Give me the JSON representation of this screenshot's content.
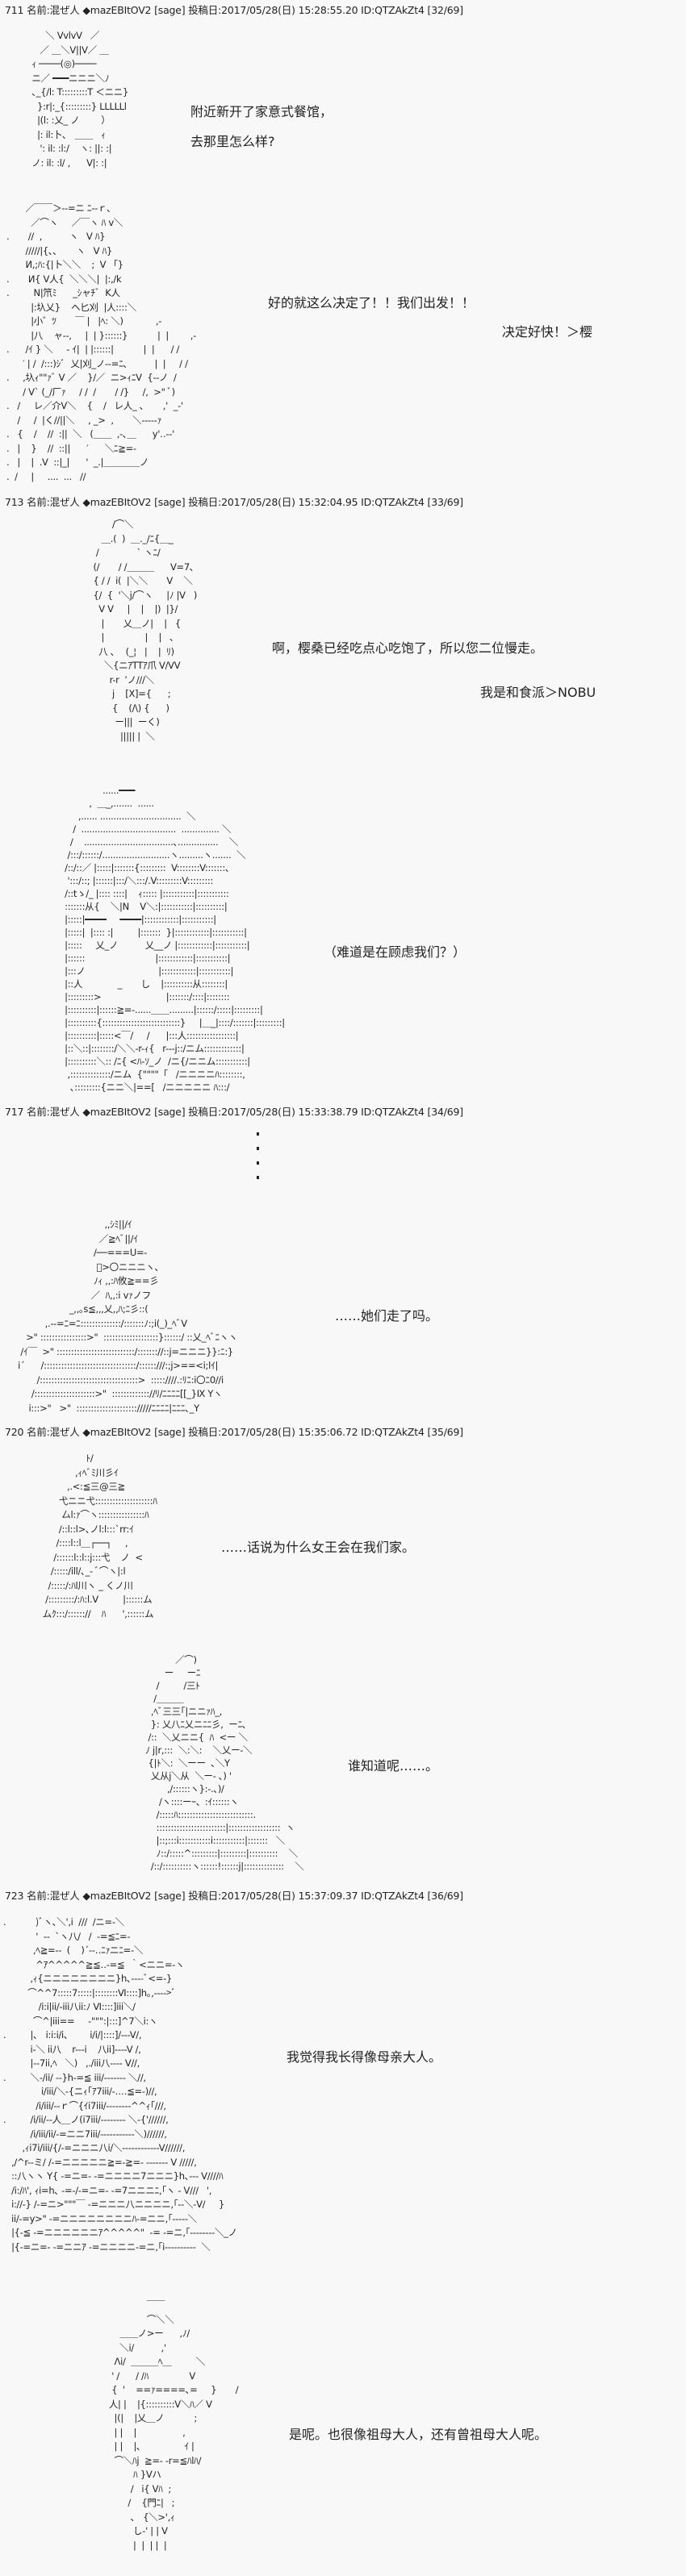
{
  "posts": [
    {
      "header": "711 名前:混ぜ人 ◆mazEBItOV2 [sage] 投稿日:2017/05/28(日) 15:28:55.20 ID:QTZAkZt4 [32/69]"
    },
    {
      "header": "713 名前:混ぜ人 ◆mazEBItOV2 [sage] 投稿日:2017/05/28(日) 15:32:04.95 ID:QTZAkZt4 [33/69]"
    },
    {
      "header": "717 名前:混ぜ人 ◆mazEBItOV2 [sage] 投稿日:2017/05/28(日) 15:33:38.79 ID:QTZAkZt4 [34/69]"
    },
    {
      "header": "720 名前:混ぜ人 ◆mazEBItOV2 [sage] 投稿日:2017/05/28(日) 15:35:06.72 ID:QTZAkZt4 [35/69]"
    },
    {
      "header": "723 名前:混ぜ人 ◆mazEBItOV2 [sage] 投稿日:2017/05/28(日) 15:37:09.37 ID:QTZAkZt4 [36/69]"
    }
  ],
  "dialogue": {
    "d1a": "附近新开了家意式餐馆，",
    "d1b": "去那里怎么样?",
    "d2a": "好的就这么决定了！！我们出发！！",
    "d2b": "决定好快！＞樱",
    "d3a": "啊，樱桑已经吃点心吃饱了，所以您二位慢走。",
    "d3b": "我是和食派＞NOBU",
    "d4": "（难道是在顾虑我们？）",
    "d5": "……她们走了吗。",
    "d6": "……话说为什么女王会在我们家。",
    "d7": "谁知道呢……。",
    "d8": "我觉得我长得像母亲大人。",
    "d9": "是呢。也很像祖母大人，还有曾祖母大人呢。"
  },
  "art": {
    "a1": [
      "      ＼ VvlvV   ／",
      "    ／ ＿＼V||V／ ＿",
      " ｨ ────(◎)────",
      " ニ／ ━━━ニニニ＼ﾉ",
      " ､_{/l: T:::::::::T ＜ニニ}",
      "   }:r|:_{:::::::::} LLLLLl",
      "   |(l: :乂_ ノ        ）",
      "   |: il:卜､   ＿＿   ｨ",
      "    ': il: :l:/    ヽ: ||: :|",
      " ノ: il: :l/ ,      V|: :|"
    ],
    "a2": [
      "       ／￣￣＞--=ニ ﾆ--ｒ､",
      "         ／⌒ヽ     ／￣ヽ ﾊ v＼",
      ".       //  ,          ヽ   V ﾊ}",
      "       /////|{､､       ヽ   V ﾊ}",
      "       И,;ﾊ:{|卜＼＼    ;  V 「}",
      ".       И{ V人{  ＼＼＼|  |:,/k",
      ".         N|笊ﾐ      _ｼャﾁﾞ  K人",
      "         |:圦乂}    ヘ匕刈  |人::::＼",
      "         |小゛ﾂ       ￣ |   |ﾍ: ＼)            ,-",
      "         |八    ャ--,     |  | }::::::}           |  |        ,-",
      ".      /ｲ } ＼     - ｲ|  | |::::::|           |  |      / /",
      "      ′ | /  /:::)ｼﾞ  乂|刈_ノ--=ﾆ､          |  |     / /",
      ".     ,圦ｨ\"\"ｧﾞ V ／    }/／  ニ>ｨﾆV  {--ノ  /",
      "      / V` (_/厂ｧ     / /  /       / /}     /,  >\" ﾞ)",
      ".   /     レ／介V＼    {    /   レ人_ ､       ,'  _-'",
      "    /     /  |く//||＼     , _>  ,       ＼-----ｧ",
      ".   {    /    //  :||  ＼   (＿＿  ,-､＿      y'‥-‐'",
      ".   |    }    //  ::||      ′      ＼ﾆ≧=-",
      ".   |    |  .V  ::|_|      '  _.|＿＿＿＿ノ",
      ".  /     |     ....  ...   //"
    ],
    "a3": [
      "              /⌒＼",
      "          ＿.(  )  ＿._/ﾆ{＿_",
      "        /              ` ヽﾆ/",
      "       (/       / /＿＿＿      V=7､",
      "       { / /  i(  |＼＼       V    ＼",
      "       {/  {  '＼j/⌒ヽ     |ﾉ |V   )",
      "         V V     |    |    |)  |}/",
      "          |       乂＿ノ|    |   {",
      "          |               |    |   ､",
      "         八 ､    (_¦   |    |  ﾘ)",
      "           ＼{ニｱTTｱ爪 V/VV",
      "             r-r  ’ノ///＼",
      "              j    [X]={      ;",
      "              {    (/\\) {      )",
      "               ー|||  ーく)",
      "                 ||||| |  ＼"
    ],
    "a4": [
      "                    ......━━━",
      "               ,  ＿_,.......  ......",
      "           ,...... ..............................  ＼",
      "         /  ...................................  .............. ＼",
      "        /    .................................､...............    ＼",
      "       /:::/::::::/.........................ヽ.........ヽ.......  ＼",
      "      /::/::／ |:::::|:::::::{:::::::::  V::::::::V:::::::､",
      "       ':::/::; |::::::|:::/＼:::/.V:::::::::V:::::::::",
      "      /::tゝ/_ |:::: ::::|    ｨ::::: |:::::::::::|:::::::::::",
      "      :::::::从{    ＼|N    V＼:|:::::::::::|::::::::::|",
      "      |:::::|━━━━     ━━━━|::::::::::::|:::::::::::|",
      "      |:::::|  |:::: :|         |:::::::  }|::::::::::::|:::::::::::|",
      "      |:::::     乂_ノ          乂__ノ |::::::::::::|:::::::::::|",
      "      |::::::                          |::::::::::::|:::::::::::|",
      "      |:::ノ                           |::::::::::::|:::::::::::|",
      "      |::人             _       し    |::::::::::从::::::::|",
      "      |:::::::::>                        |:::::::/::::|::::::::",
      "      |::::::::::|::::::≧=-......＿＿.........|::::::/:::::|:::::::::|",
      "      |::::::::::{:::::::::::::::::::::::::::}     |＿_|::::/:::::::|:::::::::|",
      "      |::::::::::|:::::<￣/     /      |:::人:::::::::::::::::|",
      "      |::＼::|::::::::/＼＼-r-ｨ{   r---j::/ニム:::::::::::::|",
      "      |::::::::::＼:: /ﾆ{ <ﾊ-ｿ_ノ  /ニ{/ニニム:::::::::::|",
      "       ,::::::::::::::/ニム  {\"\"\"\"「   /ニニニニﾊ::::::::,",
      "        ､:::::::::{ニニ＼|==[   /ニニニニニ ﾊ:::/"
    ],
    "a5": [
      "                                   ,,ｼﾐ||/ｲ",
      "                                 ／≧ﾍﾞ||/ｲ",
      "                               /──===U=-",
      "                                ﾞ>〇ニニニヽ､",
      "                               ﾉｨ ,,:ﾊ攸≧==彡",
      "                              ／  ﾊ,,:i vｧノフ",
      "                      _,,｡s≦,,,乂,,ﾊ;ﾆ彡::(",
      "             ,.-‐=ﾆ=ﾆ::::::::::::::/:::::::ﾉ:;i(_)_ﾍﾞV",
      "      >\" ::::::::::::::::>\"  :::::::::::::::::::}::::::/ ::乂_ﾍﾞﾆヽヽ",
      "    /ｲ￣  >\" :::::::::::::::::::::::::::/::::::://::j=ニニニ}}:ﾆ:}",
      "   i´      /::::::::::::::::::::::::::::::::/::::::///:;j>==<i;lｲ|",
      "          /::::::::::::::::::::::::::::::::::>  :::::////.:ﾘﾆ:i〇ﾆ0//i",
      "        /:::::::::::::::::::::>\"  ::::::::::::://ﾘ/ﾆﾆﾆﾆ[[_}Ⅸ Yヽ",
      "       i:::>\"   >\"  ::::::::::::::::::::://///ﾆﾆﾆﾆ|ﾆﾆﾆ､_Y"
    ],
    "a6": [
      "                     ﾄ/",
      "                 ,ｨﾍﾞﾐ川彡ｲ",
      "              ,.<:≦三@三≧",
      "           弋ニニ弋::::::::::::::::::::ﾊ",
      "            厶l:ｧ⌒ヽ::::::::::::::::ﾊ",
      "           /::l::l>､ノl:l:::`rr:ｲ",
      "          /::::l::l＿┌──┐     ,",
      "         /::::::l::l::j:::弋    ノ  <",
      "        /:::::/ill/､_- ﾞ⌒ヽ|:l",
      "       /:::::/:ﾊl川ヽ _ くノ川",
      "      /:::::::::/:ﾊ:l.V         |::::::ム",
      "     ムｸ:::/:::::://    ﾊ      ',::::::ム"
    ],
    "a7": [
      "                    ／⌒)",
      "                ー     ーﾆ",
      "             /         /三ﾄ",
      "            /＿＿＿",
      "           ,ﾍﾞ三三｢|ニニｧﾊ_,",
      "           }: 乂八ﾆ乂ニﾆﾆ彡,  ーﾆ､",
      "          /::  ＼乂ニニ{  ﾊ  <ー ＼",
      "         ﾉ j|r,:::  ＼:＼:    ＼乂ー-＼",
      "          {|ﾄ＼:  ＼ーー  ､＼Y",
      "           乂从j＼从  ＼ー- ､) '",
      "                 ,/::::::ヽ}:-.､)/",
      "              /ヽ::::ーｰ、:ｲ::::::ヽ",
      "             /:::::ﾊ::::::::::::::::::::::::::.",
      "             ::::::::::::::::::::::::|::::::::::::::::::  ヽ",
      "             |::;:::i:::::::::::i:::::::::::|:::::::   ＼",
      "             ﾉ::/:::::^:::::::::|:::::::::|::::::::::    ＼",
      "           /::/::::::::::ヽ::::::!::::::j|::::::::::::::    ＼"
    ],
    "a8": [
      ".           )ﾞヽ､＼',i  ///  /ニ=-＼",
      "            '  --  `ヽ八/   /  -=≦ﾆ=-",
      "           ,ﾍ≧=--  (    )´--‥ﾆｧニﾆ=-＼",
      "            ^ｱ^^^^^≧≦‥-=≦  ｀<ニニ=-ヽ",
      "          ,ｨ{ニニニニニニニニ}h､----ﾞ<=-}",
      "         ⌒^^7:::::7:::::|::::::::Ⅵ::::]h｡,---->ﾞ",
      "             /i:i|ii/-iii八ii:ﾉ Ⅵ::::]iii＼/",
      "           ⌒^|iii==     -\"\"\":|:::]^7＼i:ヽ",
      ".         |､   i:i:i/i､        i/i/|::::]/---V/,",
      "          i-＼ ii八    r---i    八ii]----V /,",
      "          |--7ii,ﾍ   ＼)   ,./iii八---- V//,",
      ".         ＼-/ii/ --}h-=≦ iii/------- ＼//,",
      "              i/iii/＼-{ニｨ｢ｱ7iii/-‥‥≦=-)//,",
      "            /i/iii/--ｒ⌒{ｲi7iii/--------^^ｨ｢///,",
      ".         /i/ii/--人＿ノ(i7iii/-------- ＼-{'//////,",
      "          /i/iii/ii/-=ニニ7iii/-----------＼)//////,",
      "       ,ｨi7i/iii/{/-=ニニニ八i/＼------------V//////,",
      "   ,/^r--ミ/ /-=ニニニニニ≧=-≧=- ------- V /////,",
      "   ::八ヽヽ Y{ -=ニ=- -=ニニニニ7ニニニ}h､--- V////ﾊ",
      "   /i:/ﾊ', ｨi=h､ -=-/-=ニ=- -=7ニニニﾆ,｢ヽ - V///   ',",
      "   i://-} /-=ニ>\"\"\"￣ -=ニニニ八ニニニニ,｢--＼-V/     }",
      "   ii/-=y>\" -=ニニニニニニニニﾊ-=ニニ,｢-----＼",
      "   |{-≦ -=ニニニニニニｱ^^^^^\"  -= -=ニ,｢--------＼_ノ",
      "   |{-=ニ=- -=ニニｱ -=ニニニニ-=ニ,｢i----------  ＼"
    ],
    "a9": [
      "                      ￣￣",
      "                      ⌒＼＼",
      "            ＿＿ノ>ー      ,ﾉ/",
      "            ＼i/          ,'",
      "          Λi/  ＿＿＿ﾍ＿         ＼",
      "         ' /      / /ﾊ               V",
      "         {  '    ==ｧ====､=     }       /",
      "        人| |    |{::::::::::V＼ﾊ／ V",
      "          |(|    |乂＿ノ           ;",
      "          | |    |                 ,",
      "          | |    |､                ｲ |",
      "          ⌒＼ﾊj  ≧=- -r=≦ﾊlﾊ/",
      "                 ﾊ }Vハ",
      "                /   i{ Vﾊ  ;",
      "               /    {門ﾆ|   ;",
      "                ､   {＼>',ｨ",
      "                 し-' | | V",
      "                 |  |  | |  |"
    ]
  }
}
